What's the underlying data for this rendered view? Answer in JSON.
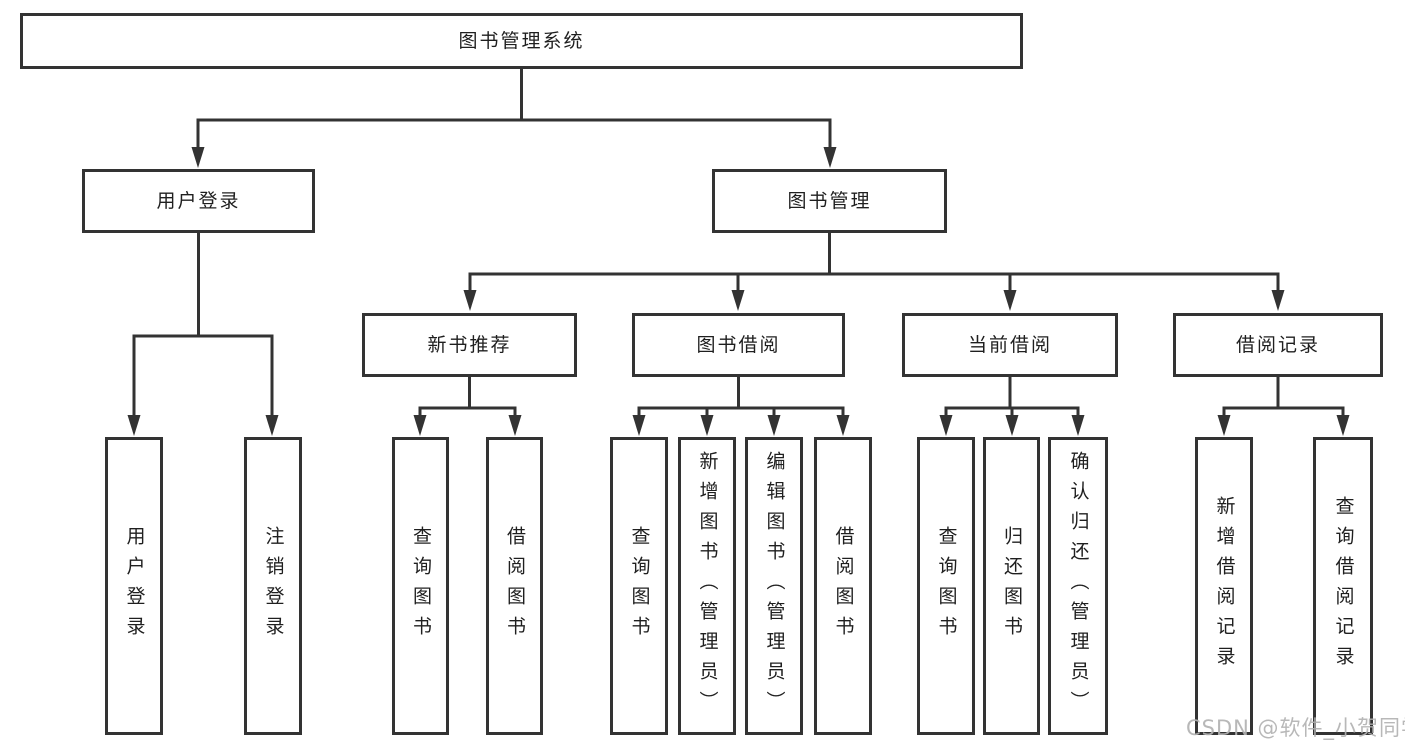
{
  "diagram": {
    "root": {
      "label": "图书管理系统"
    },
    "children": [
      {
        "label": "用户登录",
        "children": [
          {
            "label": "用户登录"
          },
          {
            "label": "注销登录"
          }
        ]
      },
      {
        "label": "图书管理",
        "children": [
          {
            "label": "新书推荐",
            "children": [
              {
                "label": "查询图书"
              },
              {
                "label": "借阅图书"
              }
            ]
          },
          {
            "label": "图书借阅",
            "children": [
              {
                "label": "查询图书"
              },
              {
                "label": "新增图书（管理员）"
              },
              {
                "label": "编辑图书（管理员）"
              },
              {
                "label": "借阅图书"
              }
            ]
          },
          {
            "label": "当前借阅",
            "children": [
              {
                "label": "查询图书"
              },
              {
                "label": "归还图书"
              },
              {
                "label": "确认归还（管理员）"
              }
            ]
          },
          {
            "label": "借阅记录",
            "children": [
              {
                "label": "新增借阅记录"
              },
              {
                "label": "查询借阅记录"
              }
            ]
          }
        ]
      }
    ]
  },
  "watermark": {
    "text": "CSDN @软件_小贺同学"
  },
  "colors": {
    "line": "#333333",
    "box_border": "#333333",
    "text": "#1f1f1f",
    "background": "#ffffff",
    "watermark": "#b2b2b2"
  }
}
